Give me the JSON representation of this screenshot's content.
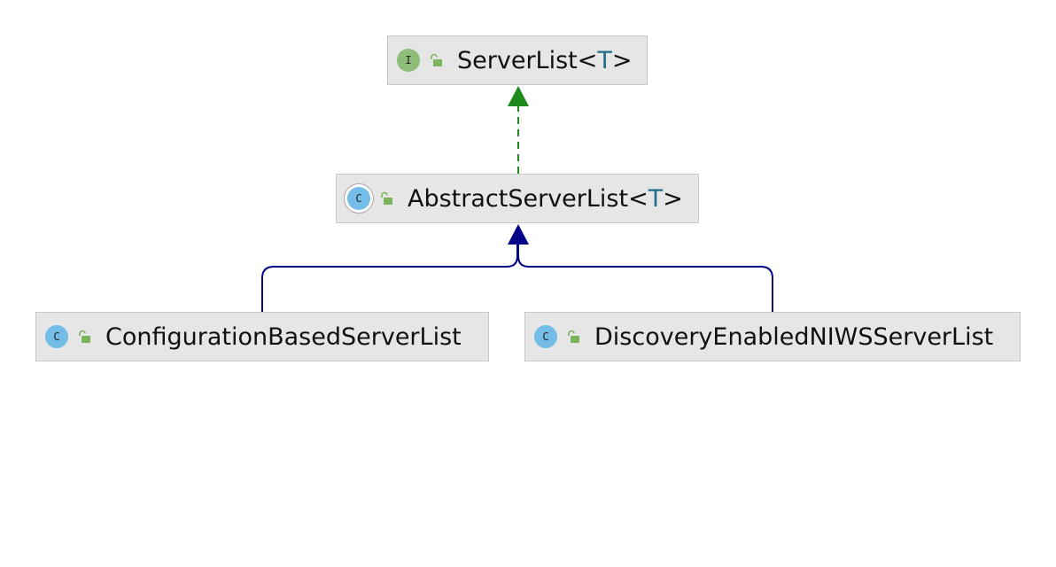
{
  "nodes": {
    "server_list": {
      "kind_letter": "I",
      "name": "ServerList",
      "open": "<",
      "type_param": "T",
      "close": ">"
    },
    "abstract_server_list": {
      "kind_letter": "C",
      "name": "AbstractServerList",
      "open": "<",
      "type_param": "T",
      "close": ">"
    },
    "configuration_based_server_list": {
      "kind_letter": "C",
      "name": "ConfigurationBasedServerList"
    },
    "discovery_enabled_niws_server_list": {
      "kind_letter": "C",
      "name": "DiscoveryEnabledNIWSServerList"
    }
  },
  "colors": {
    "implements_edge": "#1d8a1d",
    "extends_edge": "#000088",
    "interface_icon": "#8dbd78",
    "class_icon": "#73bde8",
    "type_param": "#1e6e86"
  }
}
